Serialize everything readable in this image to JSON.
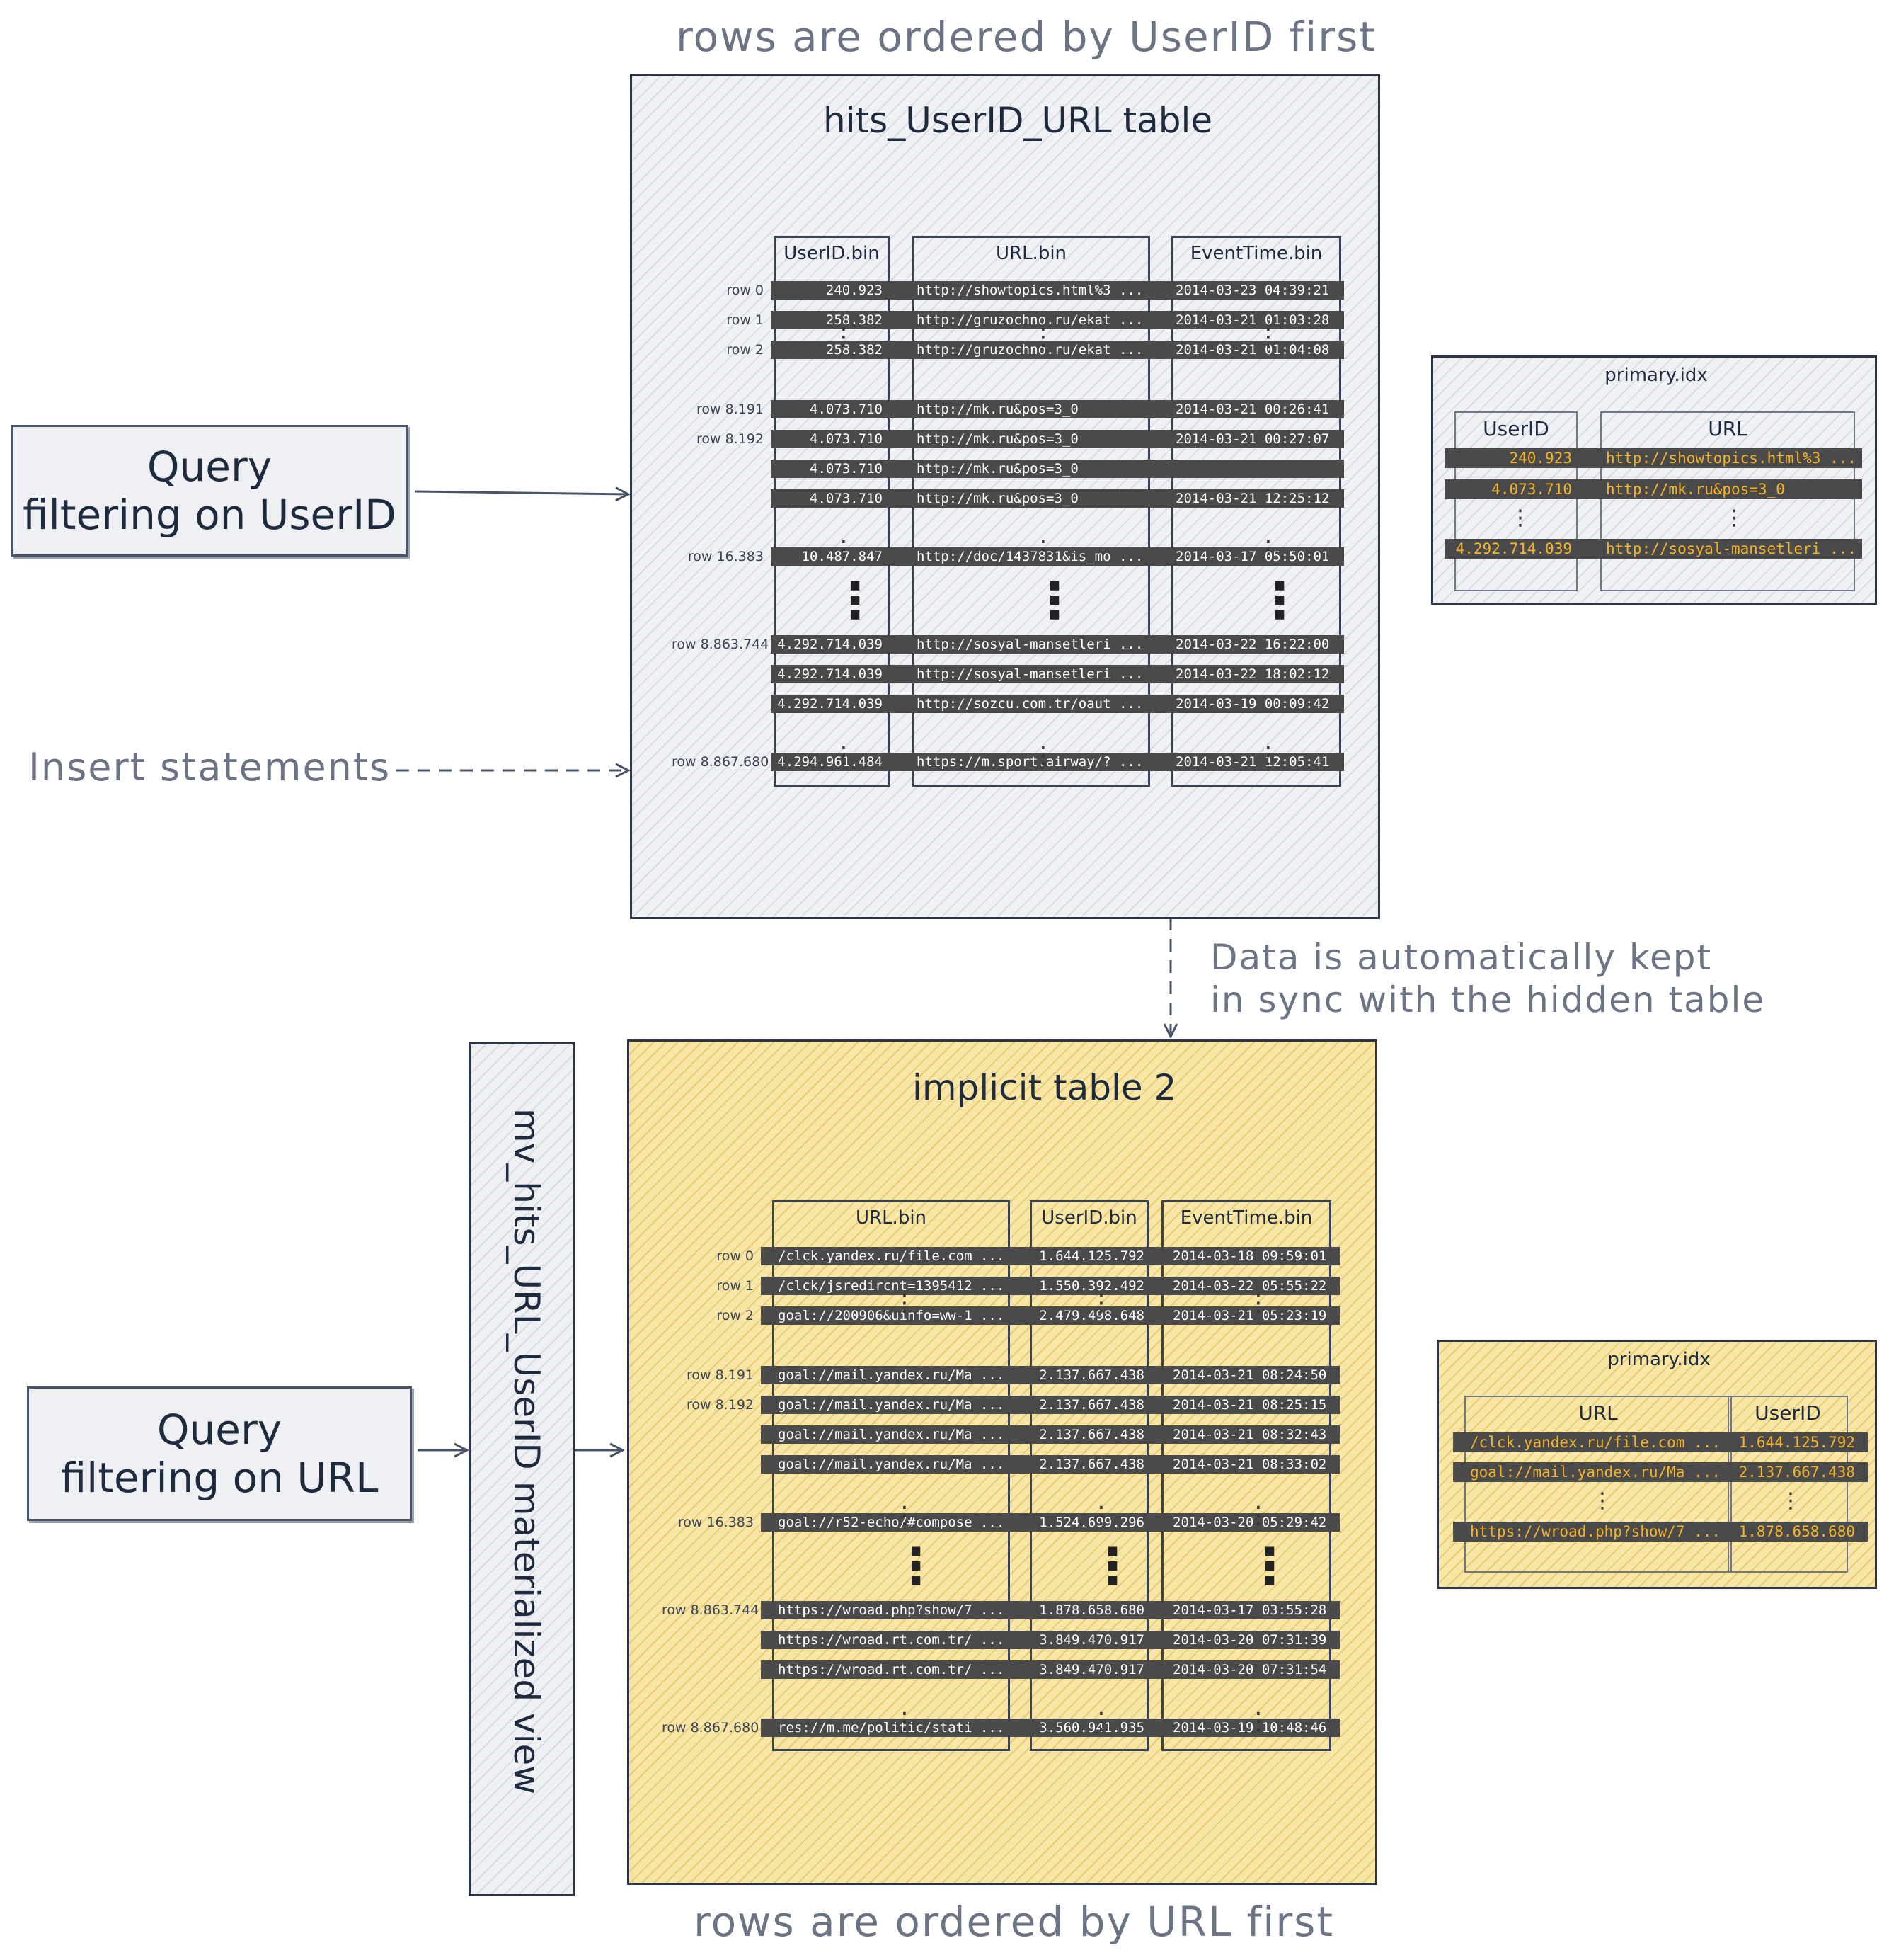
{
  "top_caption": "rows are ordered by UserID first",
  "bottom_caption": "rows are ordered by URL first",
  "query_userid": {
    "line1": "Query",
    "line2": "filtering on UserID"
  },
  "query_url": {
    "line1": "Query",
    "line2": "filtering on URL"
  },
  "insert_label": "Insert statements",
  "sync_note": {
    "line1": "Data is automatically kept",
    "line2": "in sync with the hidden table"
  },
  "mv_label": "mv_hits_URL_UserID materialized view",
  "table1": {
    "title": "hits_UserID_URL table",
    "col_userid": "UserID.bin",
    "col_url": "URL.bin",
    "col_time": "EventTime.bin",
    "rows": [
      {
        "label": "row 0",
        "c1": "240.923",
        "c2": "http://showtopics.html%3 ...",
        "c3": "2014-03-23 04:39:21"
      },
      {
        "label": "row 1",
        "c1": "258.382",
        "c2": "http://gruzochno.ru/ekat ...",
        "c3": "2014-03-21 01:03:28"
      },
      {
        "label": "row 2",
        "c1": "258.382",
        "c2": "http://gruzochno.ru/ekat ...",
        "c3": "2014-03-21 01:04:08"
      },
      {
        "label": "row 8.191",
        "c1": "4.073.710",
        "c2": "http://mk.ru&pos=3_0",
        "c3": "2014-03-21 00:26:41"
      },
      {
        "label": "row 8.192",
        "c1": "4.073.710",
        "c2": "http://mk.ru&pos=3_0",
        "c3": "2014-03-21 00:27:07"
      },
      {
        "label": "",
        "c1": "4.073.710",
        "c2": "http://mk.ru&pos=3_0",
        "c3": ""
      },
      {
        "label": "",
        "c1": "4.073.710",
        "c2": "http://mk.ru&pos=3_0",
        "c3": "2014-03-21 12:25:12"
      },
      {
        "label": "row 16.383",
        "c1": "10.487.847",
        "c2": "http://doc/1437831&is_mo ...",
        "c3": "2014-03-17 05:50:01"
      },
      {
        "label": "row 8.863.744",
        "c1": "4.292.714.039",
        "c2": "http://sosyal-mansetleri ...",
        "c3": "2014-03-22 16:22:00"
      },
      {
        "label": "",
        "c1": "4.292.714.039",
        "c2": "http://sosyal-mansetleri ...",
        "c3": "2014-03-22 18:02:12"
      },
      {
        "label": "",
        "c1": "4.292.714.039",
        "c2": "http://sozcu.com.tr/oaut ...",
        "c3": "2014-03-19 00:09:42"
      },
      {
        "label": "row 8.867.680",
        "c1": "4.294.961.484",
        "c2": "https://m.sport.airway/? ...",
        "c3": "2014-03-21 12:05:41"
      }
    ]
  },
  "index1": {
    "title": "primary.idx",
    "col1": "UserID",
    "col2": "URL",
    "rows": [
      {
        "c1": "240.923",
        "c2": "http://showtopics.html%3 ..."
      },
      {
        "c1": "4.073.710",
        "c2": "http://mk.ru&pos=3_0"
      },
      {
        "c1": "4.292.714.039",
        "c2": "http://sosyal-mansetleri ..."
      }
    ]
  },
  "table2": {
    "title": "implicit table 2",
    "col_url": "URL.bin",
    "col_userid": "UserID.bin",
    "col_time": "EventTime.bin",
    "rows": [
      {
        "label": "row 0",
        "c1": "/clck.yandex.ru/file.com ...",
        "c2": "1.644.125.792",
        "c3": "2014-03-18 09:59:01"
      },
      {
        "label": "row 1",
        "c1": "/clck/jsredircnt=1395412 ...",
        "c2": "1.550.392.492",
        "c3": "2014-03-22 05:55:22"
      },
      {
        "label": "row 2",
        "c1": "goal://200906&uinfo=ww-1 ...",
        "c2": "2.479.498.648",
        "c3": "2014-03-21 05:23:19"
      },
      {
        "label": "row 8.191",
        "c1": "goal://mail.yandex.ru/Ma ...",
        "c2": "2.137.667.438",
        "c3": "2014-03-21 08:24:50"
      },
      {
        "label": "row 8.192",
        "c1": "goal://mail.yandex.ru/Ma ...",
        "c2": "2.137.667.438",
        "c3": "2014-03-21 08:25:15"
      },
      {
        "label": "",
        "c1": "goal://mail.yandex.ru/Ma ...",
        "c2": "2.137.667.438",
        "c3": "2014-03-21 08:32:43"
      },
      {
        "label": "",
        "c1": "goal://mail.yandex.ru/Ma ...",
        "c2": "2.137.667.438",
        "c3": "2014-03-21 08:33:02"
      },
      {
        "label": "row 16.383",
        "c1": "goal://r52-echo/#compose ...",
        "c2": "1.524.699.296",
        "c3": "2014-03-20 05:29:42"
      },
      {
        "label": "row 8.863.744",
        "c1": "https://wroad.php?show/7 ...",
        "c2": "1.878.658.680",
        "c3": "2014-03-17 03:55:28"
      },
      {
        "label": "",
        "c1": "https://wroad.rt.com.tr/ ...",
        "c2": "3.849.470.917",
        "c3": "2014-03-20 07:31:39"
      },
      {
        "label": "",
        "c1": "https://wroad.rt.com.tr/ ...",
        "c2": "3.849.470.917",
        "c3": "2014-03-20 07:31:54"
      },
      {
        "label": "row 8.867.680",
        "c1": "res://m.me/politic/stati ...",
        "c2": "3.560.941.935",
        "c3": "2014-03-19 10:48:46"
      }
    ]
  },
  "index2": {
    "title": "primary.idx",
    "col1": "URL",
    "col2": "UserID",
    "rows": [
      {
        "c1": "/clck.yandex.ru/file.com ...",
        "c2": "1.644.125.792"
      },
      {
        "c1": "goal://mail.yandex.ru/Ma ...",
        "c2": "2.137.667.438"
      },
      {
        "c1": "https://wroad.php?show/7 ...",
        "c2": "1.878.658.680"
      }
    ]
  }
}
